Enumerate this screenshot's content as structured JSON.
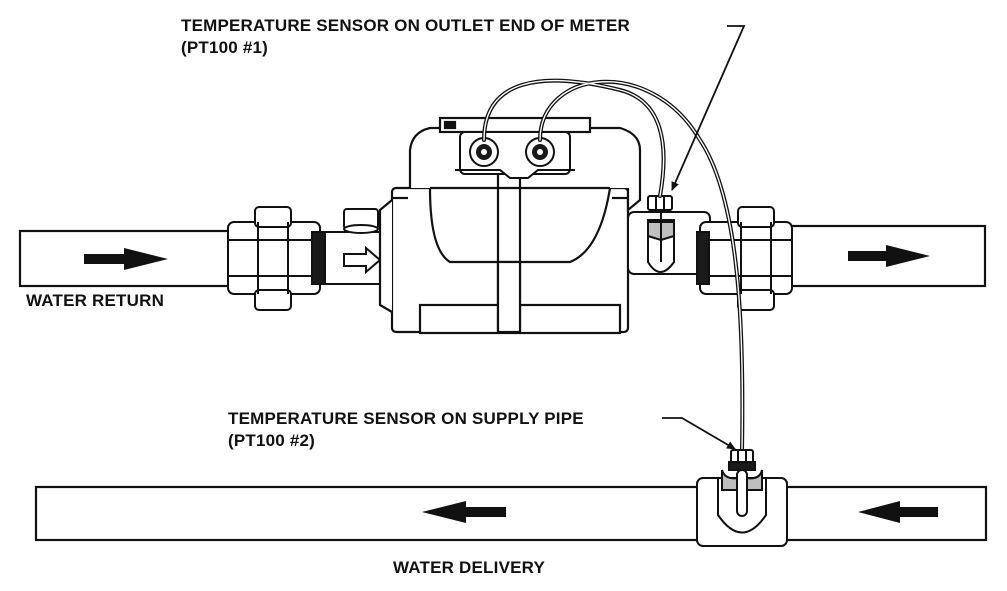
{
  "labels": {
    "outlet_sensor_line1": "TEMPERATURE SENSOR ON OUTLET END OF METER",
    "outlet_sensor_line2": "(PT100 #1)",
    "water_return": "WATER RETURN",
    "supply_sensor_line1": "TEMPERATURE SENSOR ON SUPPLY PIPE",
    "supply_sensor_line2": "(PT100 #2)",
    "water_delivery": "WATER DELIVERY"
  },
  "colors": {
    "line": "#111111",
    "fill": "#ffffff",
    "shade": "#bfbfbf",
    "dark": "#1a1a1a"
  }
}
